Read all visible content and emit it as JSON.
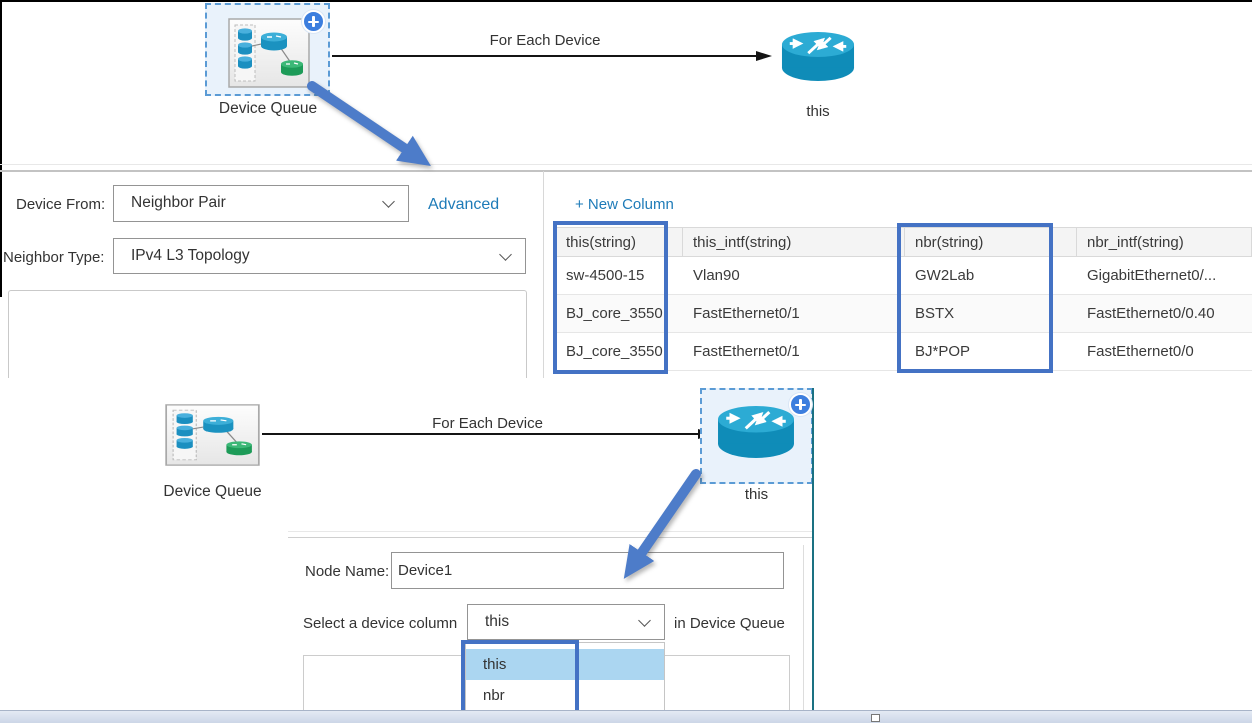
{
  "colors": {
    "annotation_blue": "#4472c4",
    "selection_blue": "#5b9bd5",
    "selection_fill": "#e9f2fb",
    "link_blue": "#1e7bb8",
    "router_cyan": "#1792bd",
    "router_cyan_light": "#2cabd4",
    "green_device": "#1d9b58",
    "dropdown_highlight": "#abd6f1",
    "panel_edge_teal": "#1a7182",
    "plus_badge_blue": "#3c7ede"
  },
  "top_flow": {
    "queue_node_label": "Device Queue",
    "edge_label": "For Each Device",
    "device_node_label": "this"
  },
  "properties_panel": {
    "device_from_label": "Device From:",
    "device_from_value": "Neighbor Pair",
    "advanced_link": "Advanced",
    "neighbor_type_label": "Neighbor Type:",
    "neighbor_type_value": "IPv4 L3 Topology"
  },
  "queue_table": {
    "new_column_link": "+ New Column",
    "columns": [
      "this(string)",
      "this_intf(string)",
      "nbr(string)",
      "nbr_intf(string)"
    ],
    "rows": [
      [
        "sw-4500-15",
        "Vlan90",
        "GW2Lab",
        "GigabitEthernet0/..."
      ],
      [
        "BJ_core_3550",
        "FastEthernet0/1",
        "BSTX",
        "FastEthernet0/0.40"
      ],
      [
        "BJ_core_3550",
        "FastEthernet0/1",
        "BJ*POP",
        "FastEthernet0/0"
      ]
    ]
  },
  "bottom_flow": {
    "queue_node_label": "Device Queue",
    "edge_label": "For Each Device",
    "device_node_label": "this"
  },
  "node_panel": {
    "node_name_label": "Node Name:",
    "node_name_value": "Device1",
    "select_column_label": "Select a device column",
    "select_column_value": "this",
    "suffix_label": "in Device Queue",
    "options": [
      "this",
      "nbr"
    ]
  }
}
